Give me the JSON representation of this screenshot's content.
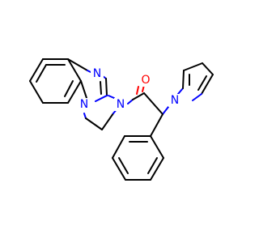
{
  "molecule": {
    "atoms": {
      "n_imine": "N",
      "n_benz": "N",
      "n_amide": "N",
      "n_pyrrole": "N",
      "o_carbonyl": "O"
    },
    "colors": {
      "nitrogen": "#0000ff",
      "oxygen": "#ff0000",
      "carbon": "#000000"
    }
  }
}
